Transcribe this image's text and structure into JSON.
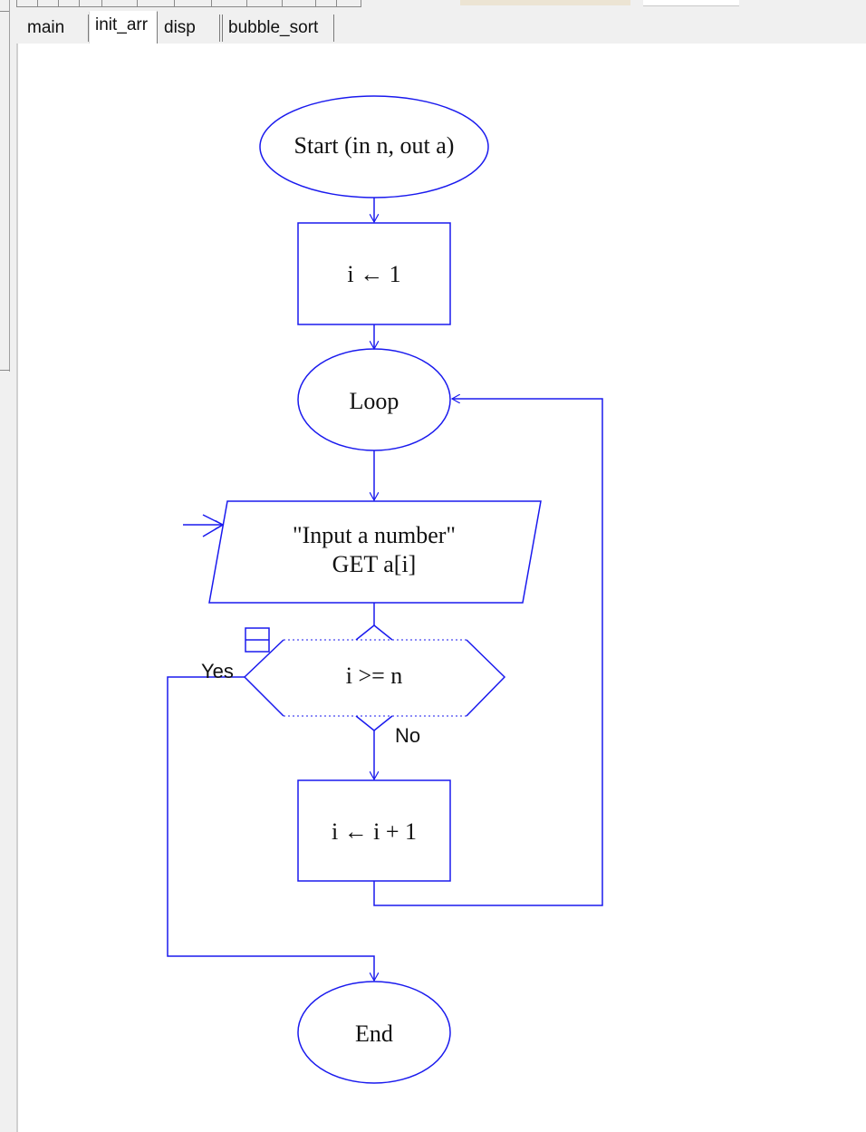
{
  "tabs": [
    {
      "label": "main",
      "active": false
    },
    {
      "label": "init_arr",
      "active": true
    },
    {
      "label": "disp",
      "active": false
    },
    {
      "label": "bubble_sort",
      "active": false
    }
  ],
  "flowchart": {
    "start": "Start (in n, out a)",
    "init": "i ← 1",
    "loop": "Loop",
    "io_prompt": "\"Input a number\"",
    "io_get": "GET a[i]",
    "condition": "i >= n",
    "yes_label": "Yes",
    "no_label": "No",
    "increment": "i ← i + 1",
    "end": "End"
  },
  "colors": {
    "flow": "#1a1aee",
    "canvas": "#ffffff",
    "chrome": "#f0f0f0"
  }
}
